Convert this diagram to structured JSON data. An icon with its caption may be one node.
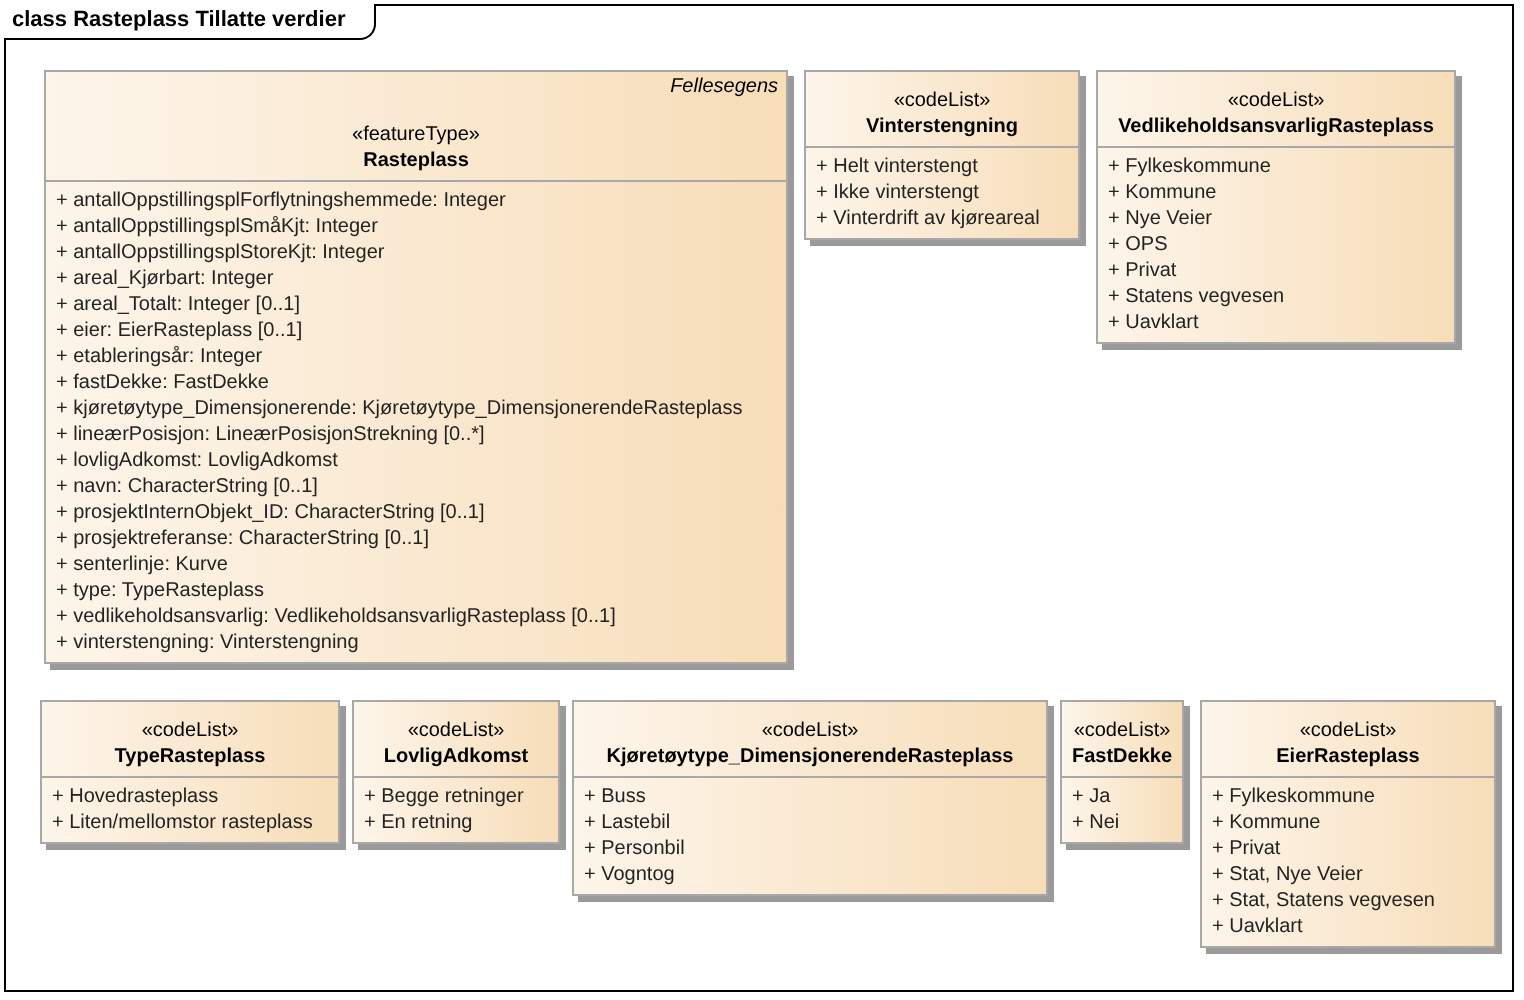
{
  "diagram": {
    "title": "class Rasteplass Tillatte verdier",
    "nodes": [
      {
        "text": [
          "Fellesegens",
          "«featureType»",
          "Rasteplass",
          "+ antallOppstillingsplForflytningshemmede: Integer",
          "+ antallOppstillingsplSmåKjt: Integer",
          "+ antallOppstillingsplStoreKjt: Integer",
          "+ areal_Kjørbart: Integer",
          "+ areal_Totalt: Integer [0..1]",
          "+ eier: EierRasteplass [0..1]",
          "+ etableringsår: Integer",
          "+ fastDekke: FastDekke",
          "+ kjøretøytype_Dimensjonerende: Kjøretøytype_DimensjonerendeRasteplass",
          "+ lineærPosisjon: LineærPosisjonStrekning [0..*]",
          "+ lovligAdkomst: LovligAdkomst",
          "+ navn: CharacterString [0..1]",
          "+ prosjektInternObjekt_ID: CharacterString [0..1]",
          "+ prosjektreferanse: CharacterString [0..1]",
          "+ senterlinje: Kurve",
          "+ type: TypeRasteplass",
          "+ vedlikeholdsansvarlig: VedlikeholdsansvarligRasteplass [0..1]",
          "+ vinterstengning: Vinterstengning"
        ]
      },
      {
        "text": [
          "«codeList»",
          "Vinterstengning",
          "+ Helt vinterstengt",
          "+ Ikke vinterstengt",
          "+ Vinterdrift av kjøreareal"
        ]
      },
      {
        "text": [
          "«codeList»",
          "VedlikeholdsansvarligRasteplass",
          "+ Fylkeskommune",
          "+ Kommune",
          "+ Nye Veier",
          "+ OPS",
          "+ Privat",
          "+ Statens vegvesen",
          "+ Uavklart"
        ]
      },
      {
        "text": [
          "«codeList»",
          "TypeRasteplass",
          "+ Hovedrasteplass",
          "+ Liten/mellomstor rasteplass"
        ]
      },
      {
        "text": [
          "«codeList»",
          "LovligAdkomst",
          "+ Begge retninger",
          "+ En retning"
        ]
      },
      {
        "text": [
          "«codeList»",
          "Kjøretøytype_DimensjonerendeRasteplass",
          "+ Buss",
          "+ Lastebil",
          "+ Personbil",
          "+ Vogntog"
        ]
      },
      {
        "text": [
          "«codeList»",
          "FastDekke",
          "+ Ja",
          "+ Nei"
        ]
      },
      {
        "text": [
          "«codeList»",
          "EierRasteplass",
          "+ Fylkeskommune",
          "+ Kommune",
          "+ Privat",
          "+ Stat, Nye Veier",
          "+ Stat, Statens vegvesen",
          "+ Uavklart"
        ]
      }
    ]
  }
}
